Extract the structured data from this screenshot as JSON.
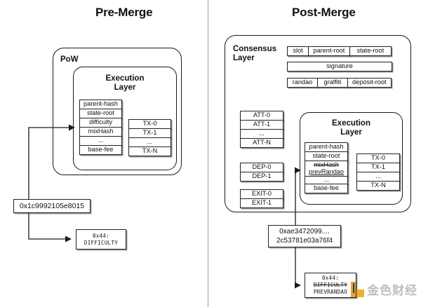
{
  "panels": {
    "left": {
      "title": "Pre-Merge"
    },
    "right": {
      "title": "Post-Merge"
    }
  },
  "pre_merge": {
    "outer_box_label": "PoW",
    "execution_layer_label": "Execution\nLayer",
    "header_fields": [
      "parent-hash",
      "state-root",
      "difficulty",
      "mixHash",
      "...",
      "base-fee"
    ],
    "transactions": [
      "TX-0",
      "TX-1",
      "...",
      "TX-N"
    ],
    "value_box": "0x1c9992105e8015",
    "opcode_box": {
      "code": "0x44:",
      "name": "DIFFICULTY"
    }
  },
  "post_merge": {
    "consensus_layer_label": "Consensus\nLayer",
    "beacon_row_1": [
      "slot",
      "parent-root",
      "state-root"
    ],
    "beacon_row_2": [
      "signature"
    ],
    "beacon_row_3": [
      "randao",
      "graffiti",
      "deposit-root"
    ],
    "attestations": [
      "ATT-0",
      "ATT-1",
      "...",
      "ATT-N"
    ],
    "deposits": [
      "DEP-0",
      "DEP-1"
    ],
    "exits": [
      "EXIT-0",
      "EXIT-1"
    ],
    "execution_layer_label": "Execution\nLayer",
    "header_fields": [
      "parent-hash",
      "state-root",
      "mixHash",
      "prevRandao",
      "...",
      "base-fee"
    ],
    "transactions": [
      "TX-0",
      "TX-1",
      "...",
      "TX-N"
    ],
    "value_box": {
      "line1": "0xae3472099....",
      "line2": "2c53781e03a76f4"
    },
    "opcode_box": {
      "code": "0x44:",
      "old_name": "DIFFICULTY",
      "new_name": "PREVRANDAO"
    }
  },
  "watermark": {
    "text": "金色财经",
    "accent_color": "#e8a020"
  }
}
